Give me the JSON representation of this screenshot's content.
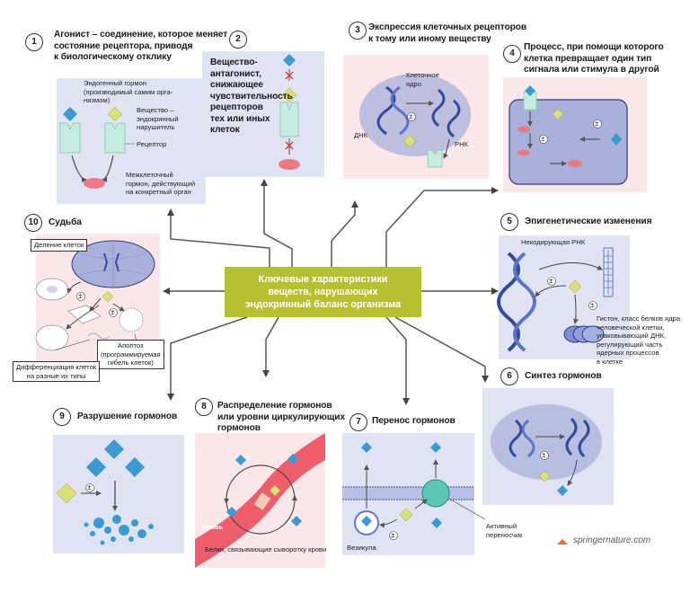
{
  "center": {
    "line1": "Ключевые характеристики",
    "line2": "веществ, нарушающих",
    "line3": "эндокринный баланс организма"
  },
  "sections": [
    {
      "num": "1",
      "title_lines": [
        "Агонист – соединение, которое меняет",
        "состояние рецептора, приводя",
        "к биологическому отклику"
      ]
    },
    {
      "num": "2",
      "title_lines": [
        "Вещество-",
        "антагонист,",
        "снижающее",
        "чувствительность",
        "рецепторов",
        "тех или иных",
        "клеток"
      ]
    },
    {
      "num": "3",
      "title_lines": [
        "Экспрессия клеточных рецепторов",
        "к тому или иному веществу"
      ]
    },
    {
      "num": "4",
      "title_lines": [
        "Процесс, при помощи которого",
        "клетка превращает один тип",
        "сигнала или стимула в другой"
      ]
    },
    {
      "num": "5",
      "title_lines": [
        "Эпигенетические изменения"
      ]
    },
    {
      "num": "6",
      "title_lines": [
        "Синтез гормонов"
      ]
    },
    {
      "num": "7",
      "title_lines": [
        "Перенос гормонов"
      ]
    },
    {
      "num": "8",
      "title_lines": [
        "Распределение гормонов",
        "или уровни циркулирующих",
        "гормонов"
      ]
    },
    {
      "num": "9",
      "title_lines": [
        "Разрушение гормонов"
      ]
    },
    {
      "num": "10",
      "title_lines": [
        "Судьба"
      ]
    }
  ],
  "labels": {
    "p1_hormone": [
      "Эндогенный гормон",
      "(производимый самим орга-",
      "низмом)"
    ],
    "p1_disruptor": [
      "Вещество –",
      "эндокринный",
      "нарушитель"
    ],
    "p1_receptor": "Рецептор",
    "p1_inter": [
      "Межклеточный",
      "гормон, действующий",
      "на конкретный орган"
    ],
    "p3_nucleus": [
      "Клеточное",
      "ядро"
    ],
    "p3_dna": "ДНК",
    "p3_rna": "РНК",
    "p5_ncrna": "Некодирующая РНК",
    "p5_histone": [
      "Гистон, класс белков ядра",
      "человеческой клетки,",
      "упаковывающий ДНК,",
      "регулирующий часть",
      "ядерных процессов",
      "в клетке"
    ],
    "p7_carrier": [
      "Активный",
      "переносчик"
    ],
    "p7_vesicle": "Везикула",
    "p8_blood": "Кровь",
    "p8_proteins": "Белки, связывающие сыворотку крови",
    "p10_division": "Деление клеток",
    "p10_apoptosis": [
      "Апоптоз",
      "(программируемая",
      "гибель клеток)"
    ],
    "p10_diff": [
      "Дифференциация клеток",
      "на разные их типы"
    ],
    "pm": "±"
  },
  "footer": {
    "brand": "springernature.com"
  },
  "colors": {
    "center": "#b6c131",
    "panel_blue": "#dfe3f2",
    "panel_pink": "#fbe7ea",
    "hormone": "#3b9bd0",
    "disruptor": "#d9e07a",
    "receptor": "#c6ecdf",
    "cell_red": "#ec7a85",
    "blood": "#ee5d6c"
  }
}
